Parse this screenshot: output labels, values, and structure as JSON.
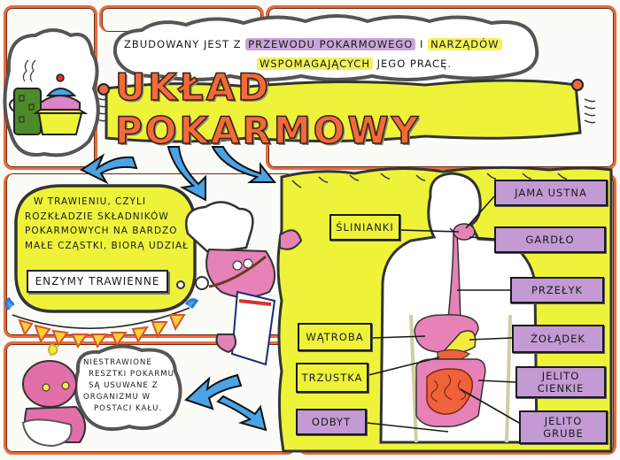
{
  "poster": {
    "title": "UKŁAD POKARMOWY",
    "intro": {
      "prefix": "ZBUDOWANY JEST Z",
      "highlight_1": "PRZEWODU POKARMOWEGO",
      "connector": "I",
      "highlight_2a": "NARZĄDÓW",
      "highlight_2b": "WSPOMAGAJĄCYCH",
      "suffix": "JEGO PRACĘ."
    },
    "enzyme_bubble": {
      "lines": [
        "W TRAWIENIU, CZYLI",
        "ROZKŁADZIE SKŁADNIKÓW",
        "POKARMOWYCH NA BARDZO",
        "MAŁE CZĄSTKI, BIORĄ UDZIAŁ"
      ],
      "highlight": "ENZYMY TRAWIENNE"
    },
    "waste_cloud": {
      "lines": [
        "NIESTRAWIONE",
        "RESZTKI POKARMU",
        "SĄ USUWANE Z",
        "ORGANIZMU W",
        "POSTACI KAŁU."
      ]
    },
    "organs_digestive_tract": [
      {
        "label": "JAMA USTNA"
      },
      {
        "label": "GARDŁO"
      },
      {
        "label": "PRZEŁYK"
      },
      {
        "label": "ŻOŁĄDEK"
      },
      {
        "label": "JELITO CIENKIE"
      },
      {
        "label": "JELITO GRUBE"
      },
      {
        "label": "ODBYT"
      }
    ],
    "organs_accessory": [
      {
        "label": "ŚLINIANKI"
      },
      {
        "label": "WĄTROBA"
      },
      {
        "label": "TRZUSTKA"
      }
    ],
    "illustrations": [
      "coffee-mug-icon",
      "cupcake-icon",
      "chef-character",
      "baby-character",
      "human-body-diagram",
      "bunting-garland",
      "dotted-arrow-icon"
    ],
    "colors": {
      "frame_orange": "#ea6a3a",
      "panel_yellow": "#eef33a",
      "label_purple": "#c39ad4",
      "arrow_blue": "#4aa3e6",
      "title_orange": "#f26a3a",
      "organ_pink": "#e27ab0",
      "intestine_orange": "#f0623a"
    }
  }
}
